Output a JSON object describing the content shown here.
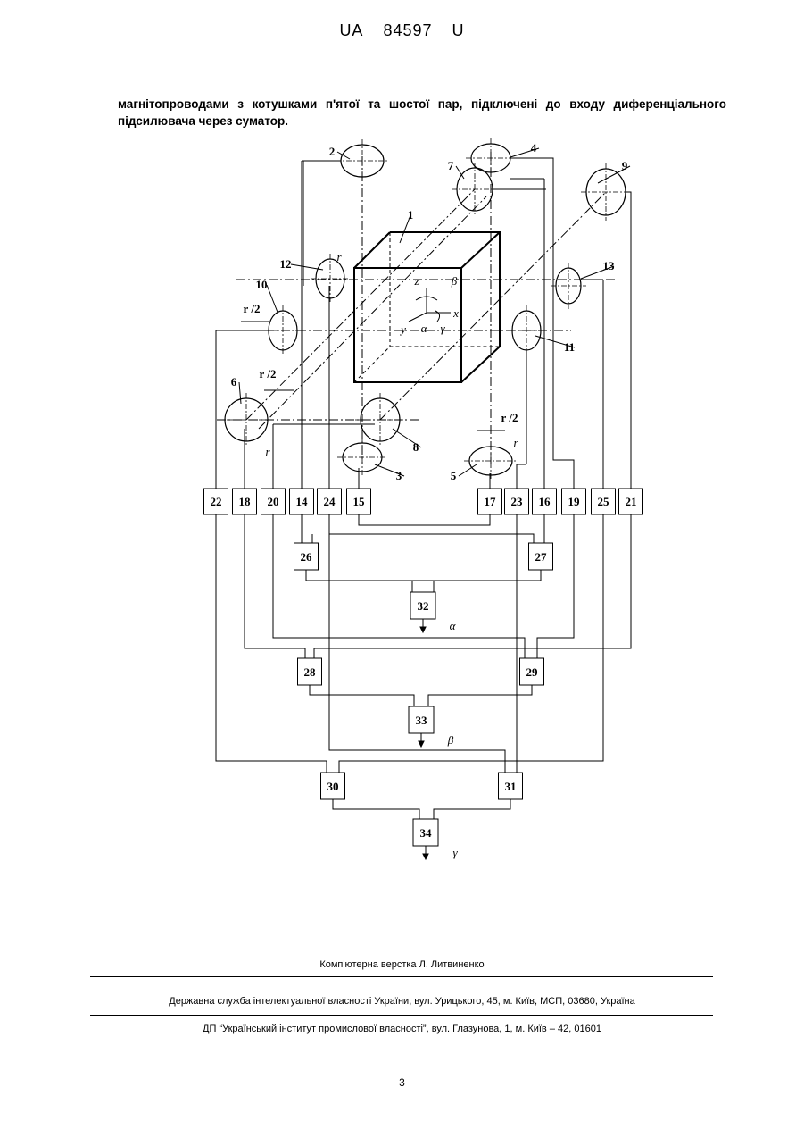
{
  "header": {
    "doc_prefix": "UA",
    "doc_number": "84597",
    "doc_suffix": "U"
  },
  "intro_text": "магнітопроводами з котушками п'ятої та шостої пар, підключені до входу диференціального підсилювача через суматор.",
  "figure": {
    "coil_labels": [
      "1",
      "2",
      "3",
      "4",
      "5",
      "6",
      "7",
      "8",
      "9",
      "10",
      "11",
      "12",
      "13"
    ],
    "r_label": "r",
    "r_half_label": "r /2",
    "axis_labels": {
      "z": "z",
      "x": "x",
      "y": "y",
      "alpha": "α",
      "beta": "β",
      "gamma": "γ"
    },
    "top_blocks": [
      "22",
      "18",
      "20",
      "14",
      "24",
      "15",
      "17",
      "23",
      "16",
      "19",
      "25",
      "21"
    ],
    "sum_blocks": [
      "26",
      "27",
      "28",
      "29",
      "30",
      "31"
    ],
    "out_blocks": [
      {
        "label": "32",
        "output": "α"
      },
      {
        "label": "33",
        "output": "β"
      },
      {
        "label": "34",
        "output": "γ"
      }
    ]
  },
  "footer": {
    "layout": "Комп'ютерна верстка Л. Литвиненко",
    "office": "Державна служба інтелектуальної власності України, вул. Урицького, 45, м. Київ, МСП, 03680, Україна",
    "institute": "ДП “Український інститут промислової власності”, вул. Глазунова, 1, м. Київ – 42, 01601"
  },
  "page_number": "3"
}
